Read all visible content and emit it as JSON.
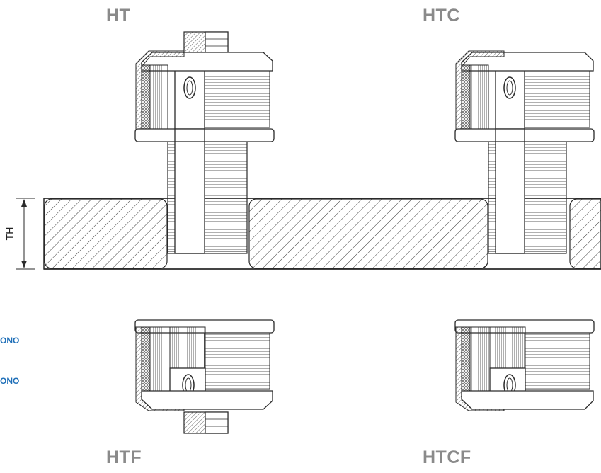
{
  "titles": {
    "top_left": "HT",
    "top_right": "HTC",
    "bottom_left": "HTF",
    "bottom_right": "HTCF"
  },
  "dimension_label": "TH",
  "side_labels": [
    "ONO",
    "ONO"
  ],
  "colors": {
    "label_gray": "#8a8a8a",
    "side_blue": "#1f6fb8",
    "line": "#2a2a2a"
  }
}
